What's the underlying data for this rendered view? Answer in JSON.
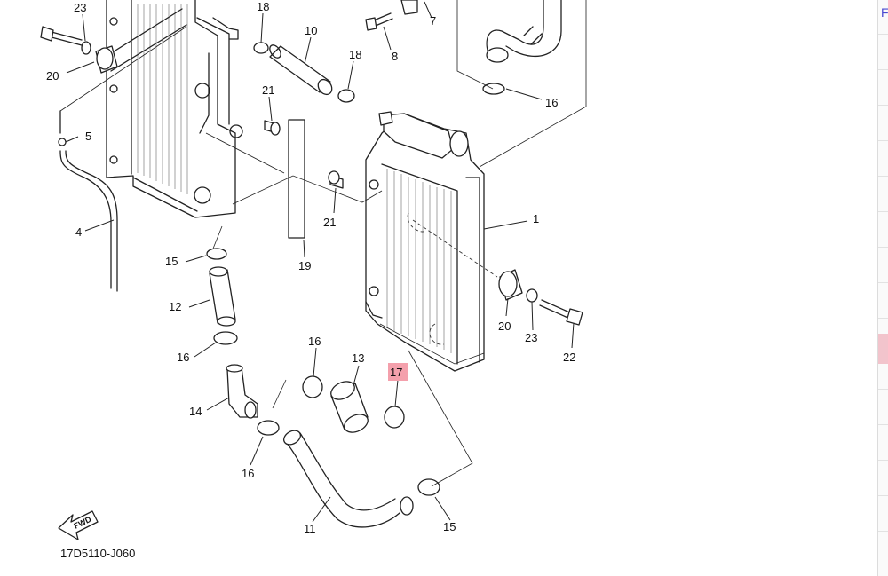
{
  "diagram": {
    "catalog_code": "17D5110-J060",
    "fwd_label": "FWD",
    "highlight_color": "#f4a0ac",
    "callouts": [
      {
        "id": "c1",
        "text": "1"
      },
      {
        "id": "c4",
        "text": "4"
      },
      {
        "id": "c5",
        "text": "5"
      },
      {
        "id": "c7",
        "text": "7"
      },
      {
        "id": "c8",
        "text": "8"
      },
      {
        "id": "c10",
        "text": "10"
      },
      {
        "id": "c11",
        "text": "11"
      },
      {
        "id": "c12",
        "text": "12"
      },
      {
        "id": "c13",
        "text": "13"
      },
      {
        "id": "c14",
        "text": "14"
      },
      {
        "id": "c15a",
        "text": "15"
      },
      {
        "id": "c15b",
        "text": "15"
      },
      {
        "id": "c16a",
        "text": "16"
      },
      {
        "id": "c16b",
        "text": "16"
      },
      {
        "id": "c16c",
        "text": "16"
      },
      {
        "id": "c16d",
        "text": "16"
      },
      {
        "id": "c17",
        "text": "17"
      },
      {
        "id": "c18a",
        "text": "18"
      },
      {
        "id": "c18b",
        "text": "18"
      },
      {
        "id": "c19",
        "text": "19"
      },
      {
        "id": "c20a",
        "text": "20"
      },
      {
        "id": "c20b",
        "text": "20"
      },
      {
        "id": "c21a",
        "text": "21"
      },
      {
        "id": "c21b",
        "text": "21"
      },
      {
        "id": "c22",
        "text": "22"
      },
      {
        "id": "c23a",
        "text": "23"
      },
      {
        "id": "c23b",
        "text": "23"
      }
    ]
  },
  "sidebar": {
    "top_letter": "F",
    "highlight_color": "#f2c4cc"
  }
}
